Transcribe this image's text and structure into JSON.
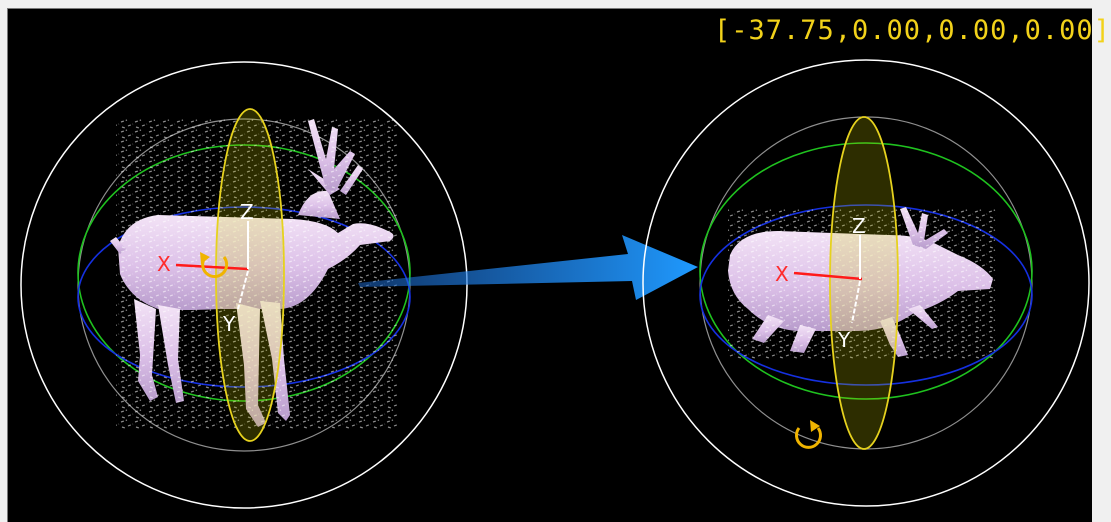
{
  "rotation_readout": "[-37.75,0.00,0.00,0.00]",
  "gizmo": {
    "axis_x_label": "X",
    "axis_y_label": "Y",
    "axis_z_label": "Z"
  },
  "colors": {
    "background": "#000000",
    "outer_ring": "#ffffff",
    "inner_ring": "#9a9a9a",
    "x_ring": "#e6d21e",
    "y_ring": "#1fc21f",
    "z_ring": "#1530e0",
    "x_axis": "#ff1a1a",
    "model": "#e6c8ee",
    "arrow": "#1f8cf0",
    "rotate_handle": "#f0b400",
    "readout": "#f2d21a"
  },
  "icons": {
    "rotate_handle": "rotate-cw-icon",
    "transition_arrow": "arrow-right-icon"
  }
}
